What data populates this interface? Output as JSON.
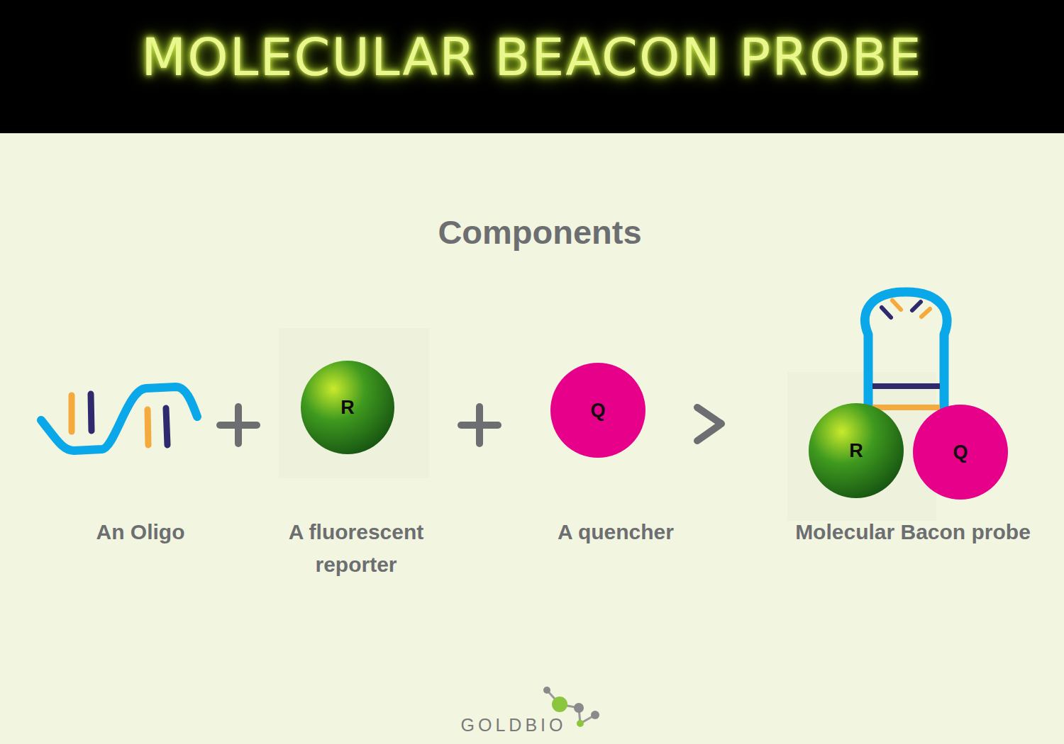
{
  "diagram": {
    "title": "MOLECULAR BEACON PROBE",
    "nodes": [
      {
        "text": [
          "R"
        ]
      },
      {
        "text": [
          "Q"
        ]
      },
      {
        "text": [
          "R"
        ]
      },
      {
        "text": [
          "Q"
        ]
      }
    ],
    "labels": [
      "Components",
      "An Oligo",
      "A fluorescent reporter",
      "A quencher",
      "Molecular Bacon probe",
      "GOLDBIO"
    ]
  }
}
